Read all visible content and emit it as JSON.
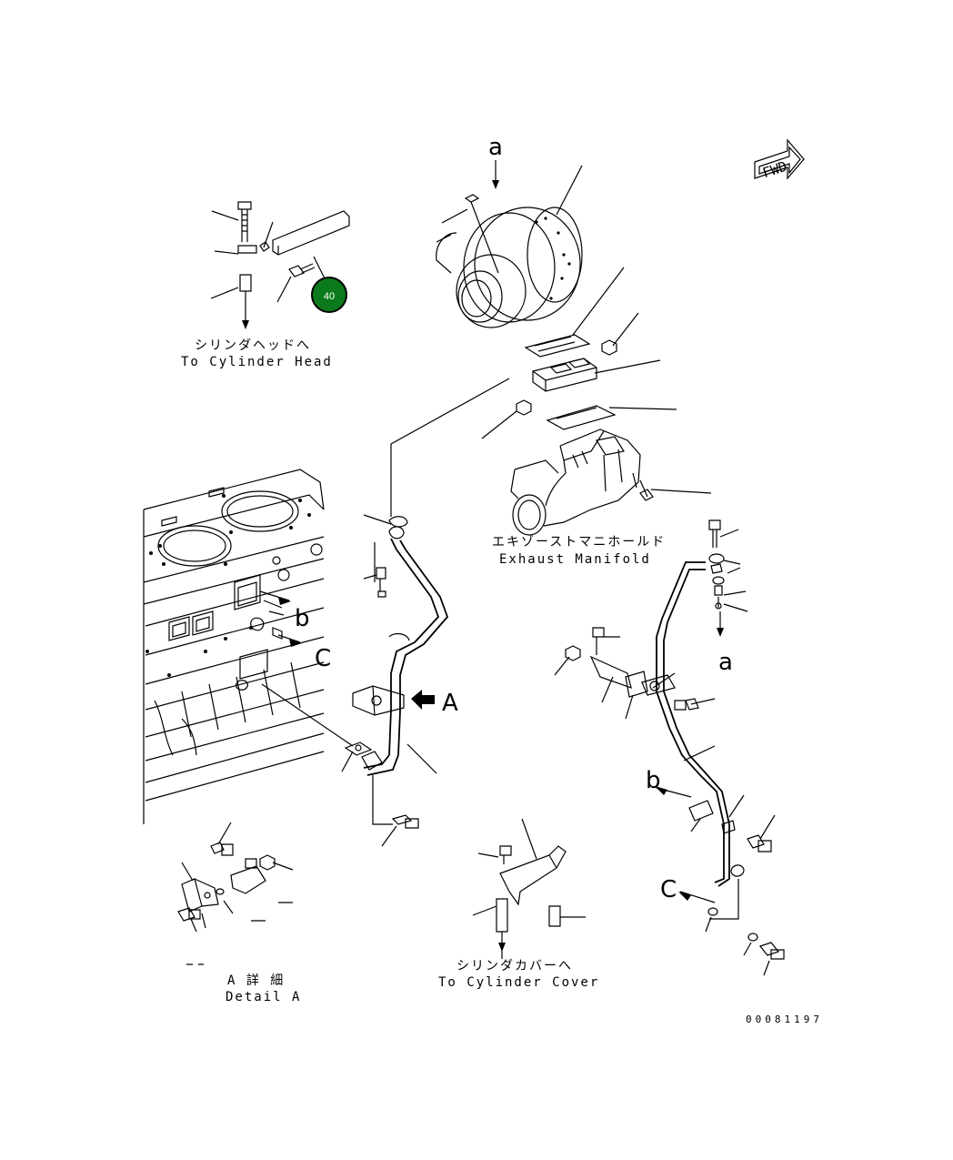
{
  "fwd_label": "FWD",
  "callout": {
    "number": "40",
    "color": "#0b7a1a"
  },
  "labels": {
    "to_cylinder_head_jp": "シリンダヘッドへ",
    "to_cylinder_head_en": "To Cylinder Head",
    "exhaust_manifold_jp": "エキゾーストマニホールド",
    "exhaust_manifold_en": "Exhaust Manifold",
    "to_cylinder_cover_jp": "シリンダカバーへ",
    "to_cylinder_cover_en": "To Cylinder Cover",
    "detail_a_jp": "A 詳 細",
    "detail_a_en": "Detail A",
    "drawing_number": "00081197"
  },
  "markers": {
    "a_top": "a",
    "a_right": "a",
    "b_left": "b",
    "b_right": "b",
    "c_left": "C",
    "c_right": "C",
    "A_arrow": "A"
  }
}
